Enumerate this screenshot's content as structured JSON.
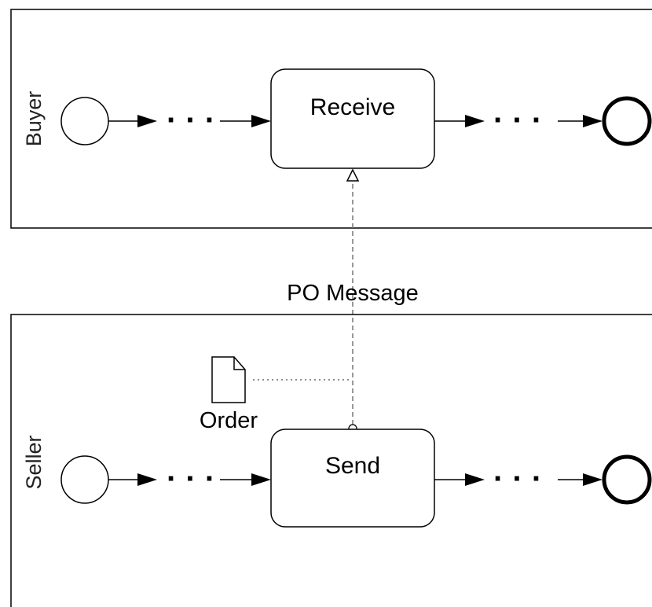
{
  "pools": [
    {
      "label": "Buyer",
      "task": "Receive",
      "start_event": "start-event",
      "end_event": "end-event"
    },
    {
      "label": "Seller",
      "task": "Send",
      "start_event": "start-event",
      "end_event": "end-event"
    }
  ],
  "message_flow": {
    "label": "PO Message",
    "from": "Send",
    "to": "Receive"
  },
  "data_object": {
    "label": "Order",
    "icon": "document-icon"
  },
  "ellipsis": "· · ·",
  "colors": {
    "stroke": "#000000",
    "background": "#ffffff",
    "dotted_association": "#666666"
  }
}
